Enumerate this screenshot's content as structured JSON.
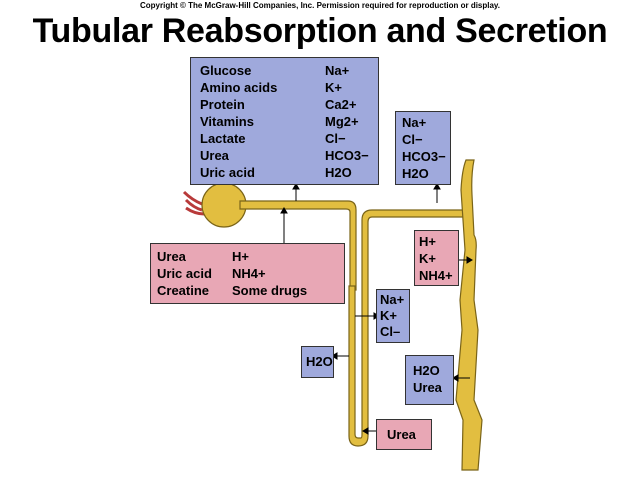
{
  "header": {
    "copyright": "Copyright © The McGraw-Hill Companies, Inc. Permission required for reproduction or display.",
    "title": "Tubular Reabsorption and Secretion"
  },
  "boxes": {
    "glomerular_filtrate": {
      "color": "#9fa9dc",
      "left_column": [
        "Glucose",
        "Amino acids",
        "Protein",
        "Vitamins",
        "Lactate",
        "Urea",
        "Uric acid"
      ],
      "right_column": [
        "Na+",
        "K+",
        "Ca2+",
        "Mg2+",
        "Cl−",
        "HCO3−",
        "H2O"
      ]
    },
    "dct_reabsorption": {
      "color": "#9fa9dc",
      "items": [
        "Na+",
        "Cl−",
        "HCO3−",
        "H2O"
      ]
    },
    "pct_secretion": {
      "color": "#e8a7b5",
      "left_column": [
        "Urea",
        "Uric acid",
        "Creatine"
      ],
      "right_column": [
        "H+",
        "NH4+",
        "Some drugs"
      ]
    },
    "dct_secretion": {
      "color": "#e8a7b5",
      "items": [
        "H+",
        "K+",
        "NH4+"
      ]
    },
    "ascending_limb": {
      "color": "#9fa9dc",
      "items": [
        "Na+",
        "K+",
        "Cl–"
      ]
    },
    "descending_limb": {
      "color": "#9fa9dc",
      "items": [
        "H2O"
      ]
    },
    "collecting_duct": {
      "color": "#9fa9dc",
      "items": [
        "H2O",
        "Urea"
      ]
    },
    "loop_urea": {
      "color": "#e8a7b5",
      "items": [
        "Urea"
      ]
    }
  },
  "colors": {
    "tubule": "#e2be40",
    "tubule_outline": "#7a6418",
    "capillary": "#b83a3a"
  }
}
